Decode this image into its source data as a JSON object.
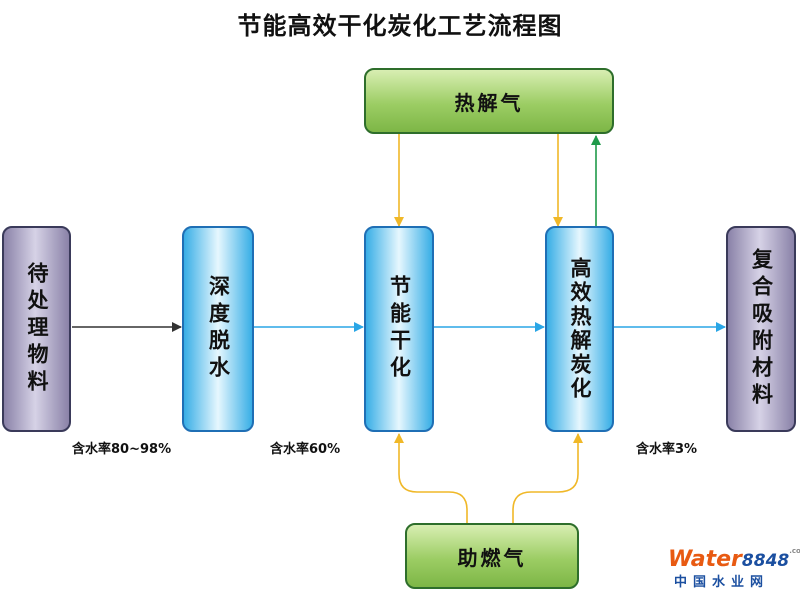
{
  "title": "节能高效干化炭化工艺流程图",
  "nodes": {
    "raw_material": "待处理物料",
    "deep_dewater": "深度脱水",
    "energy_saving_drying": "节能干化",
    "efficient_pyrolysis": "高效热解炭化",
    "composite_adsorbent": "复合吸附材料",
    "pyrolysis_gas": "热解气",
    "auxiliary_gas": "助燃气"
  },
  "notes": {
    "moisture_raw": "含水率80~98%",
    "moisture_dewatered": "含水率60%",
    "moisture_final": "含水率3%"
  },
  "watermark": {
    "brand_prefix": "Water",
    "brand_number": "8848",
    "brand_suffix": ".com",
    "brand_cn": "中国水业网"
  },
  "colors": {
    "arrow_dark": "#333333",
    "arrow_blue": "#2aa6e6",
    "arrow_yellow": "#f0b828",
    "arrow_green": "#1f9a4a"
  }
}
